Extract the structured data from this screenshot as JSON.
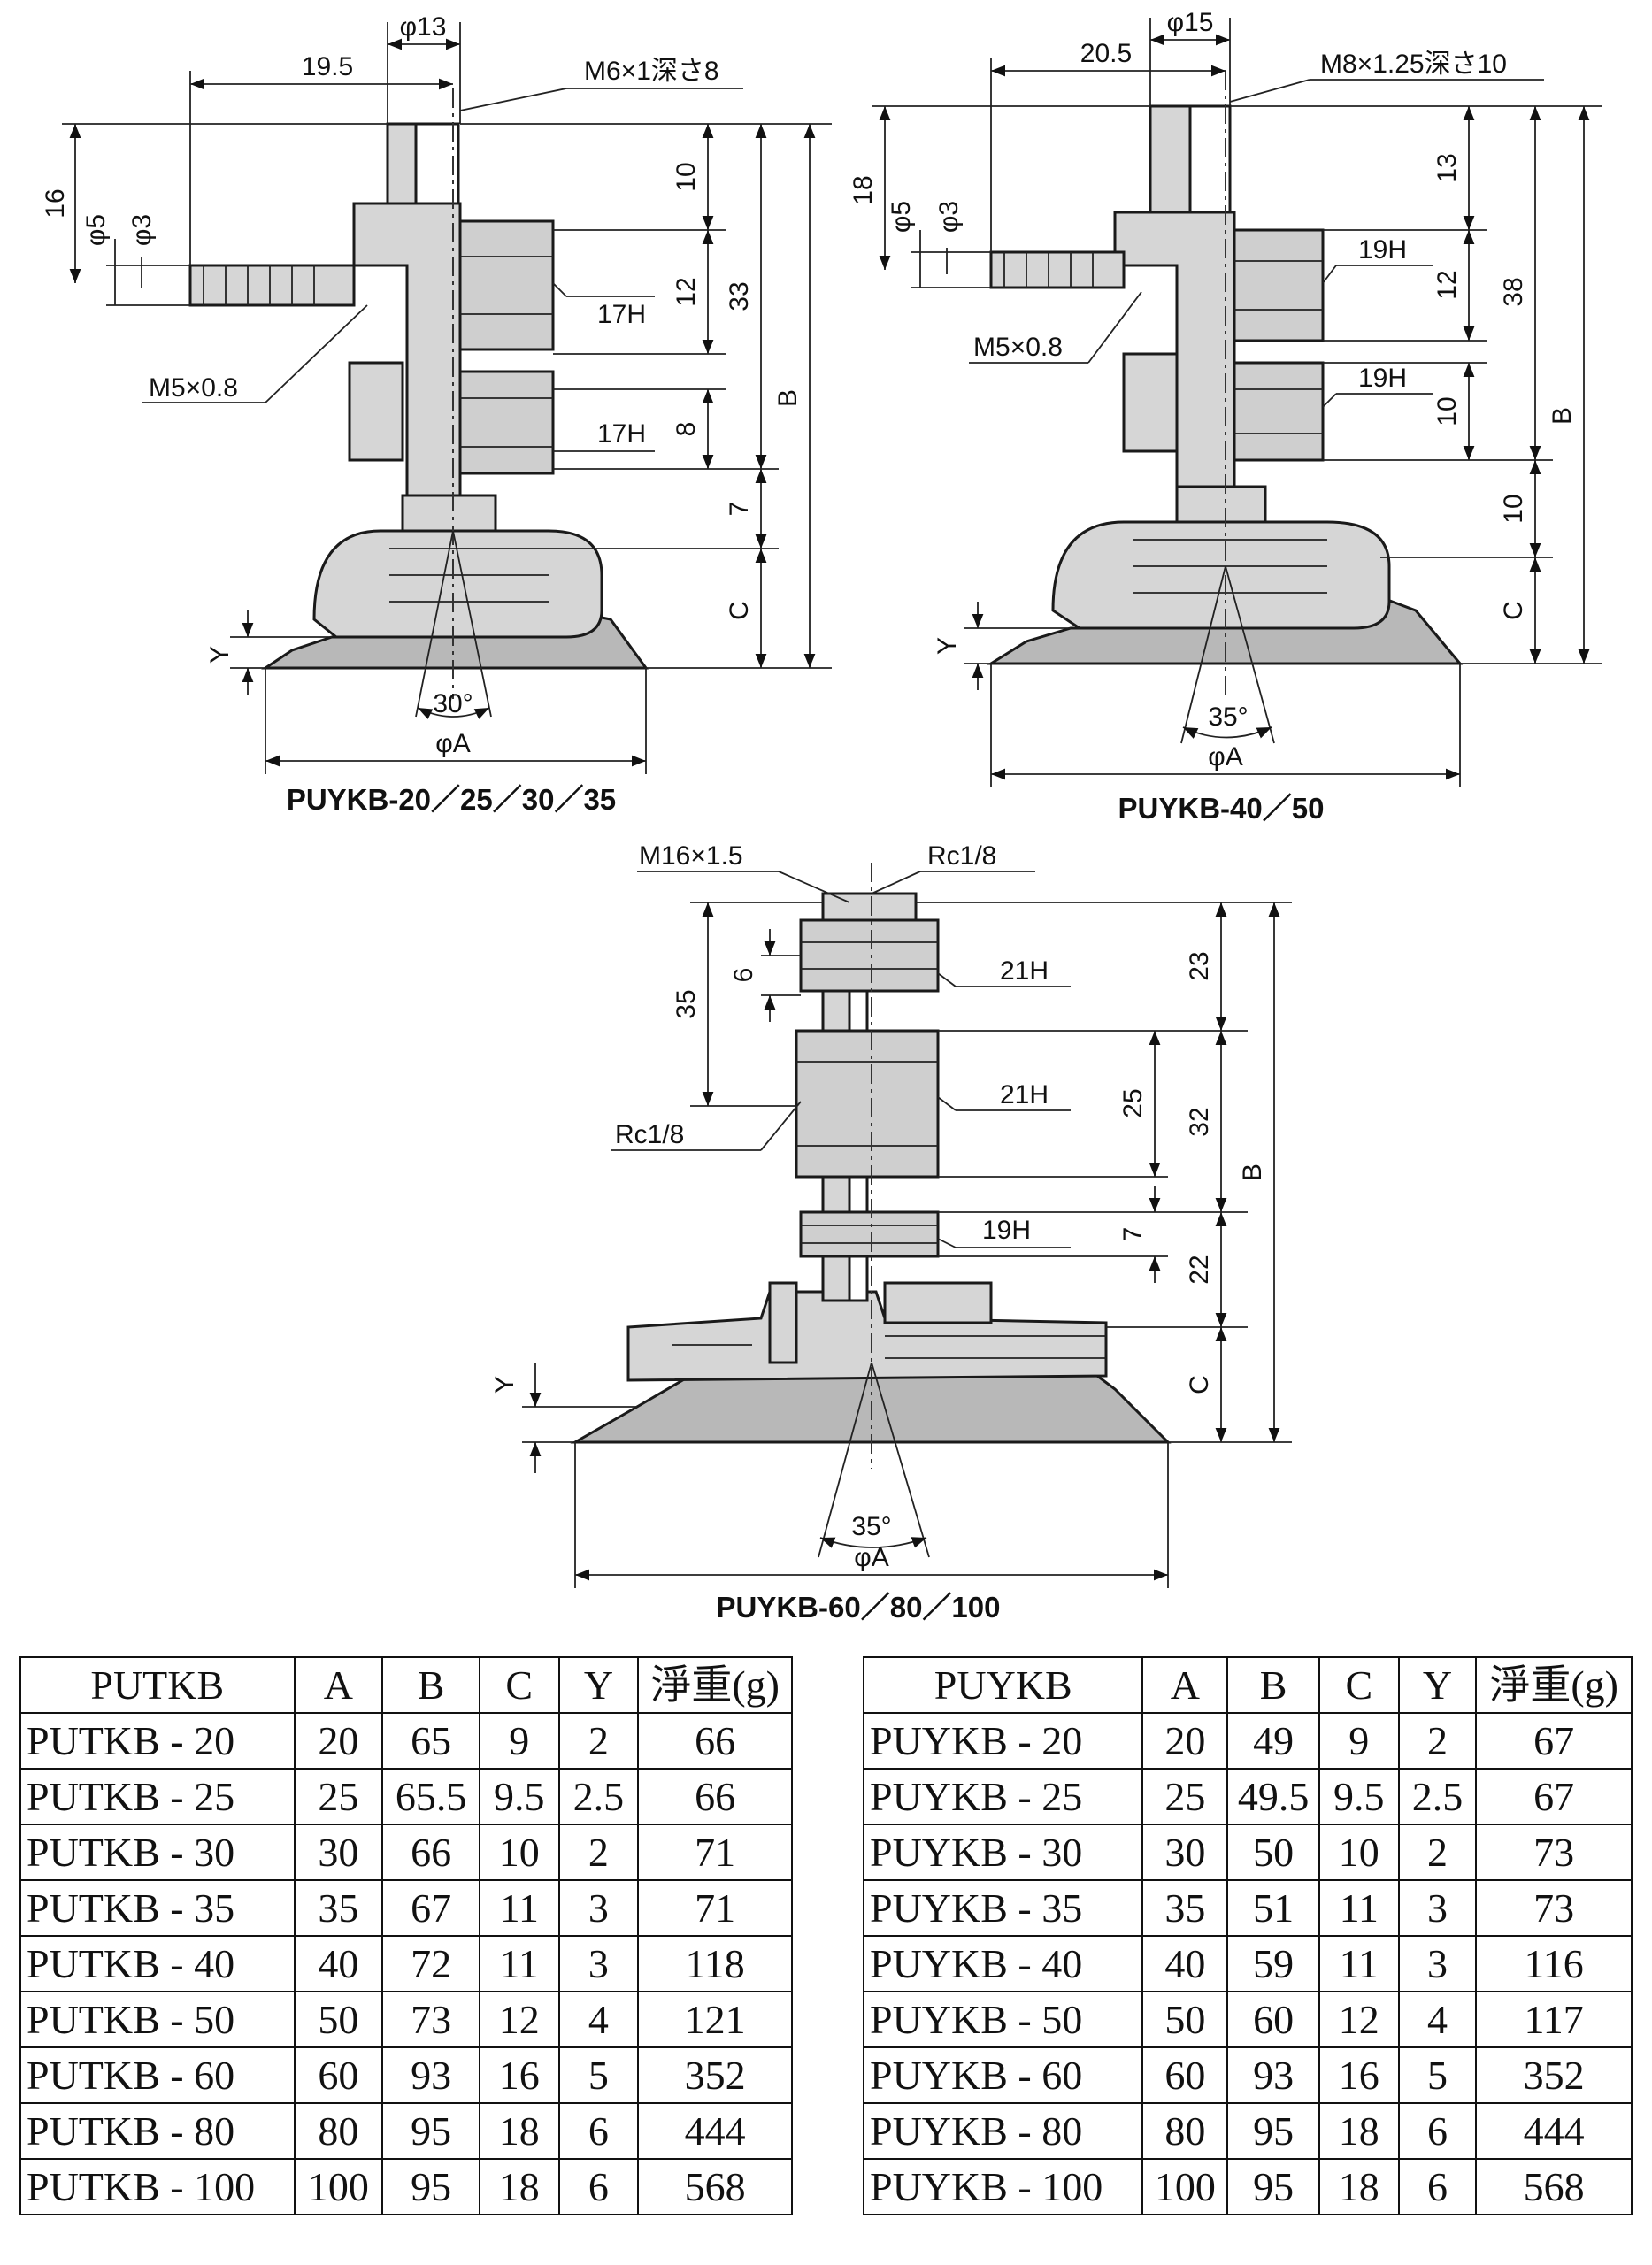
{
  "drawings": {
    "d1": {
      "caption": "PUYKB-20／25／30／35",
      "labels": {
        "phi13": "φ13",
        "w19_5": "19.5",
        "thread": "M6×1深さ8",
        "h16": "16",
        "phi5": "φ5",
        "phi3": "φ3",
        "port": "M5×0.8",
        "h10": "10",
        "h12": "12",
        "h33": "33",
        "hex1": "17H",
        "hex2": "17H",
        "h8": "8",
        "h7": "7",
        "B": "B",
        "C": "C",
        "Y": "Y",
        "angle": "30°",
        "phiA": "φA"
      }
    },
    "d2": {
      "caption": "PUYKB-40／50",
      "labels": {
        "phi15": "φ15",
        "w20_5": "20.5",
        "thread": "M8×1.25深さ10",
        "h18": "18",
        "phi5": "φ5",
        "phi3": "φ3",
        "port": "M5×0.8",
        "h13": "13",
        "h12": "12",
        "h38": "38",
        "hex1": "19H",
        "hex2": "19H",
        "h10a": "10",
        "h10b": "10",
        "B": "B",
        "C": "C",
        "Y": "Y",
        "angle": "35°",
        "phiA": "φA"
      }
    },
    "d3": {
      "caption": "PUYKB-60／80／100",
      "labels": {
        "thread": "M16×1.5",
        "rc_top": "Rc1/8",
        "h35": "35",
        "h6": "6",
        "hex1": "21H",
        "hex2": "21H",
        "rc_side": "Rc1/8",
        "hex3": "19H",
        "h23": "23",
        "h25": "25",
        "h32": "32",
        "h7": "7",
        "h22": "22",
        "B": "B",
        "C": "C",
        "Y": "Y",
        "angle": "35°",
        "phiA": "φA"
      }
    }
  },
  "tables": {
    "left": {
      "headers": [
        "PUTKB",
        "A",
        "B",
        "C",
        "Y",
        "淨重(g)"
      ],
      "rows": [
        [
          "PUTKB - 20",
          "20",
          "65",
          "9",
          "2",
          "66"
        ],
        [
          "PUTKB - 25",
          "25",
          "65.5",
          "9.5",
          "2.5",
          "66"
        ],
        [
          "PUTKB - 30",
          "30",
          "66",
          "10",
          "2",
          "71"
        ],
        [
          "PUTKB - 35",
          "35",
          "67",
          "11",
          "3",
          "71"
        ],
        [
          "PUTKB - 40",
          "40",
          "72",
          "11",
          "3",
          "118"
        ],
        [
          "PUTKB - 50",
          "50",
          "73",
          "12",
          "4",
          "121"
        ],
        [
          "PUTKB - 60",
          "60",
          "93",
          "16",
          "5",
          "352"
        ],
        [
          "PUTKB - 80",
          "80",
          "95",
          "18",
          "6",
          "444"
        ],
        [
          "PUTKB - 100",
          "100",
          "95",
          "18",
          "6",
          "568"
        ]
      ]
    },
    "right": {
      "headers": [
        "PUYKB",
        "A",
        "B",
        "C",
        "Y",
        "淨重(g)"
      ],
      "rows": [
        [
          "PUYKB - 20",
          "20",
          "49",
          "9",
          "2",
          "67"
        ],
        [
          "PUYKB - 25",
          "25",
          "49.5",
          "9.5",
          "2.5",
          "67"
        ],
        [
          "PUYKB - 30",
          "30",
          "50",
          "10",
          "2",
          "73"
        ],
        [
          "PUYKB - 35",
          "35",
          "51",
          "11",
          "3",
          "73"
        ],
        [
          "PUYKB - 40",
          "40",
          "59",
          "11",
          "3",
          "116"
        ],
        [
          "PUYKB - 50",
          "50",
          "60",
          "12",
          "4",
          "117"
        ],
        [
          "PUYKB - 60",
          "60",
          "93",
          "16",
          "5",
          "352"
        ],
        [
          "PUYKB - 80",
          "80",
          "95",
          "18",
          "6",
          "444"
        ],
        [
          "PUYKB - 100",
          "100",
          "95",
          "18",
          "6",
          "568"
        ]
      ]
    }
  }
}
